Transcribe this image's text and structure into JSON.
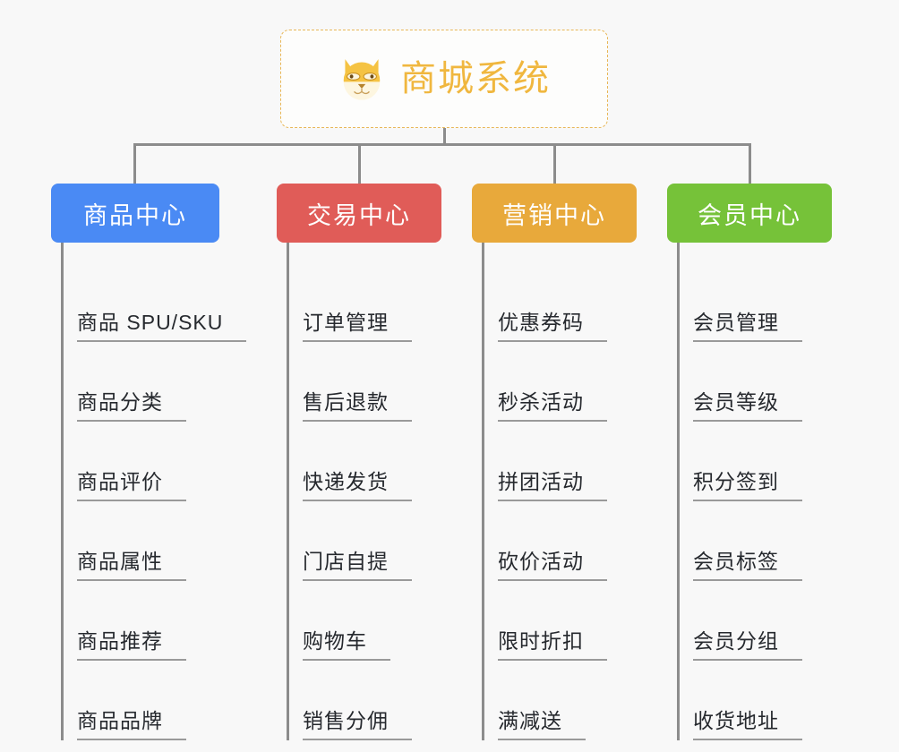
{
  "page": {
    "background_color": "#f8f8f8",
    "type": "org-chart"
  },
  "root": {
    "title": "商城系统",
    "icon": "shiba-dog-face-icon",
    "border_color": "#e8b757",
    "text_color": "#f0b73f"
  },
  "chart_data": {
    "type": "tree",
    "title": "商城系统",
    "root_label": "商城系统",
    "columns": [
      {
        "label": "商品中心",
        "color": "#4a8af4",
        "items": [
          "商品 SPU/SKU",
          "商品分类",
          "商品评价",
          "商品属性",
          "商品推荐",
          "商品品牌"
        ]
      },
      {
        "label": "交易中心",
        "color": "#e05c58",
        "items": [
          "订单管理",
          "售后退款",
          "快递发货",
          "门店自提",
          "购物车",
          "销售分佣"
        ]
      },
      {
        "label": "营销中心",
        "color": "#e8a93b",
        "items": [
          "优惠券码",
          "秒杀活动",
          "拼团活动",
          "砍价活动",
          "限时折扣",
          "满减送"
        ]
      },
      {
        "label": "会员中心",
        "color": "#76c239",
        "items": [
          "会员管理",
          "会员等级",
          "积分签到",
          "会员标签",
          "会员分组",
          "收货地址"
        ]
      }
    ],
    "connector_color": "#8c8c8c",
    "item_underline_color": "#9a9a9a",
    "item_text_color": "#26292e"
  }
}
